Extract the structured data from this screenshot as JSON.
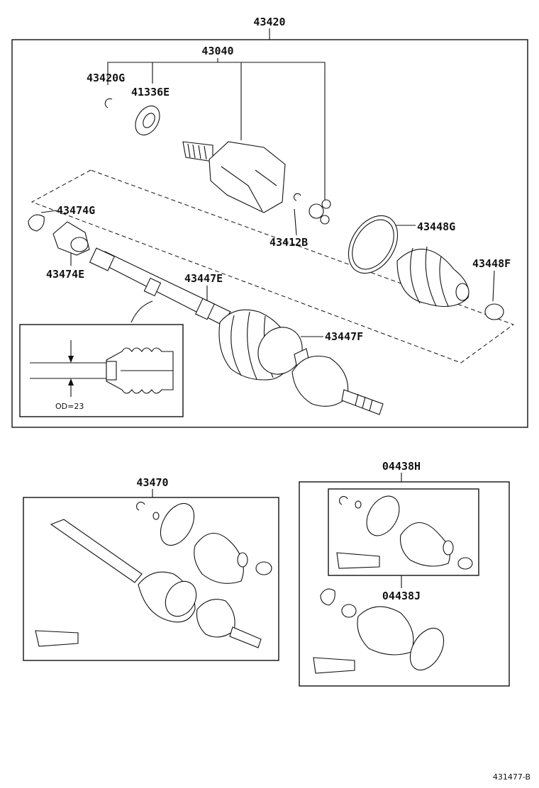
{
  "diagram": {
    "top_assembly": {
      "part_number": "43420",
      "joint_group": "43040",
      "callouts": {
        "snap_ring": "43420G",
        "dust_deflector": "41336E",
        "clip": "43412B",
        "clamp_large": "43448G",
        "clamp_small": "43448F",
        "damper_clamp": "43474G",
        "damper": "43474E",
        "boot_clamp": "43447E",
        "boot_clamp_2": "43447F"
      },
      "inset_note": "OD=23"
    },
    "bottom_left": {
      "part_number": "43470"
    },
    "bottom_right": {
      "kit_outer": "04438H",
      "kit_inner": "04438J"
    },
    "figure_code": "431477-B"
  }
}
